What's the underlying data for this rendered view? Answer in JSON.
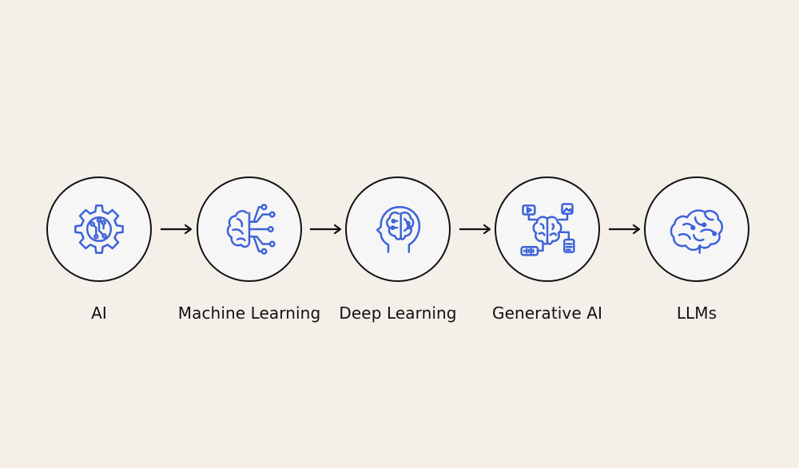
{
  "diagram": {
    "accent_color": "#3d63d8",
    "stages": [
      {
        "label": "AI",
        "icon": "ai-gear-chip-icon"
      },
      {
        "label": "Machine Learning",
        "icon": "machine-learning-brain-network-icon"
      },
      {
        "label": "Deep Learning",
        "icon": "deep-learning-head-brain-icon"
      },
      {
        "label": "Generative AI",
        "icon": "generative-ai-brain-media-icon"
      },
      {
        "label": "LLMs",
        "icon": "llms-brain-icon"
      }
    ],
    "connectors": [
      {
        "from": "AI",
        "to": "Machine Learning",
        "icon": "arrow-right-icon"
      },
      {
        "from": "Machine Learning",
        "to": "Deep Learning",
        "icon": "arrow-right-icon"
      },
      {
        "from": "Deep Learning",
        "to": "Generative AI",
        "icon": "arrow-right-icon"
      },
      {
        "from": "Generative AI",
        "to": "LLMs",
        "icon": "arrow-right-icon"
      }
    ]
  }
}
